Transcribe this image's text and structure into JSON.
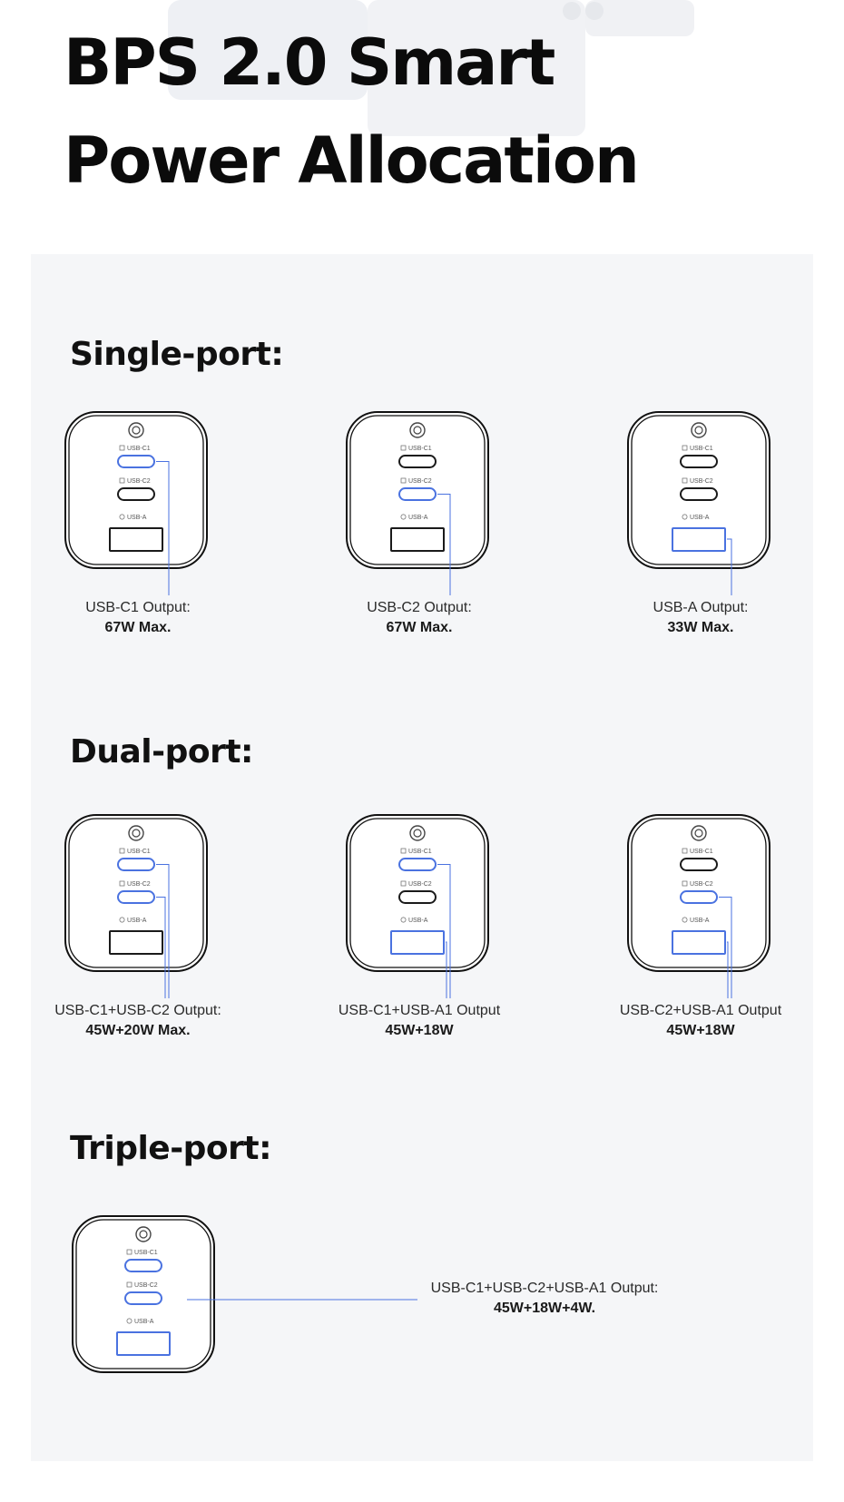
{
  "header": {
    "title_line1": "BPS 2.0 Smart",
    "title_line2": "Power Allocation"
  },
  "colors": {
    "active_port": "#4a72e0",
    "inactive_port": "#1a1a1a",
    "panel_background": "#f5f6f8",
    "leader_line": "#4a72e0"
  },
  "port_labels": {
    "c1": "USB-C1",
    "c2": "USB-C2",
    "a": "USB-A"
  },
  "sections": {
    "single": {
      "heading": "Single-port:",
      "items": [
        {
          "label": "USB-C1 Output:",
          "value": "67W Max."
        },
        {
          "label": "USB-C2 Output:",
          "value": "67W Max."
        },
        {
          "label": "USB-A Output:",
          "value": "33W Max."
        }
      ]
    },
    "dual": {
      "heading": "Dual-port:",
      "items": [
        {
          "label": "USB-C1+USB-C2 Output:",
          "value": "45W+20W Max."
        },
        {
          "label": "USB-C1+USB-A1 Output",
          "value": "45W+18W"
        },
        {
          "label": "USB-C2+USB-A1 Output",
          "value": "45W+18W"
        }
      ]
    },
    "triple": {
      "heading": "Triple-port:",
      "items": [
        {
          "label": "USB-C1+USB-C2+USB-A1 Output:",
          "value": "45W+18W+4W."
        }
      ]
    }
  }
}
